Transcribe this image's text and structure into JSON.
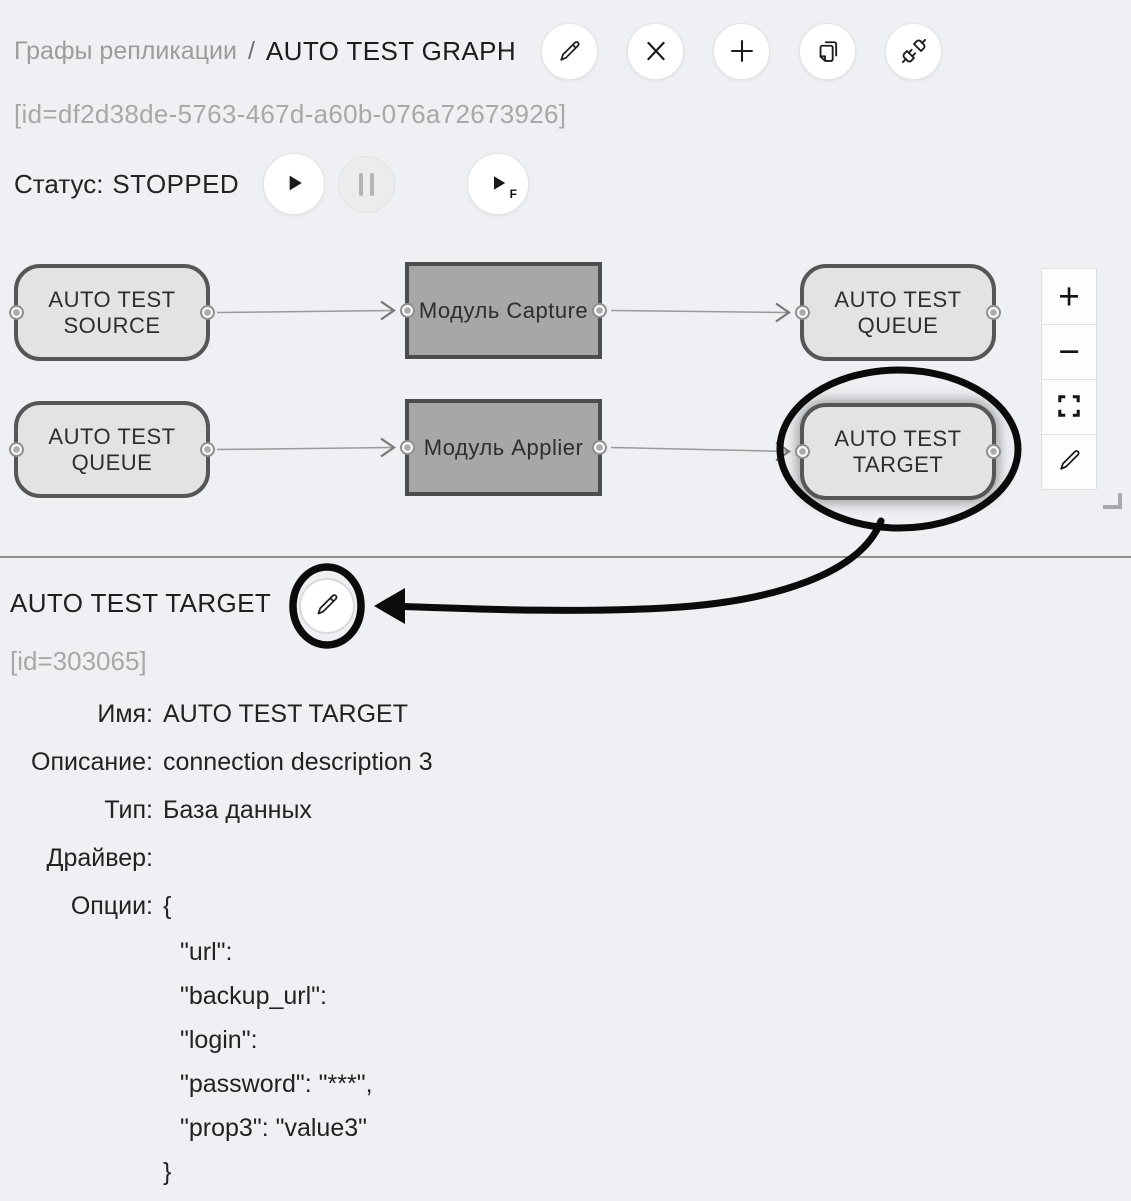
{
  "colors": {
    "background": "#eef0f3",
    "node_fill": "#e3e3e3",
    "node_border": "#565656",
    "module_fill": "#a7a7a7",
    "module_border": "#4d4d4d",
    "edge": "#9a9a9a",
    "annotation": "#0b0b0b",
    "muted_text": "#a8a8a8"
  },
  "breadcrumb": {
    "parent": "Графы репликации",
    "separator": "/",
    "current": "AUTO TEST GRAPH"
  },
  "graph_id": "[id=df2d38de-5763-467d-a60b-076a72673926]",
  "status": {
    "prefix": "Статус:",
    "value": "STOPPED",
    "forced_marker": "F"
  },
  "header_actions": {
    "edit_icon": "pencil-icon",
    "delete_icon": "x-icon",
    "add_icon": "plus-icon",
    "copy_icon": "copy-icon",
    "connect_icon": "unplug-icon"
  },
  "graph": {
    "nodes": [
      {
        "label": "AUTO TEST SOURCE",
        "type": "connection"
      },
      {
        "label": "Модуль Capture",
        "type": "module"
      },
      {
        "label": "AUTO TEST QUEUE",
        "type": "connection"
      },
      {
        "label": "AUTO TEST QUEUE",
        "type": "connection"
      },
      {
        "label": "Модуль Applier",
        "type": "module"
      },
      {
        "label": "AUTO TEST TARGET",
        "type": "connection",
        "selected": true
      }
    ],
    "toolbar": {
      "zoom_in": "+",
      "zoom_out": "−",
      "fit_icon": "fullscreen-icon",
      "edit_icon": "pencil-icon"
    }
  },
  "detail": {
    "title": "AUTO TEST TARGET",
    "id": "[id=303065]",
    "fields": [
      {
        "label": "Имя:",
        "value": "AUTO TEST TARGET"
      },
      {
        "label": "Описание:",
        "value": "connection description 3"
      },
      {
        "label": "Тип:",
        "value": "База данных"
      },
      {
        "label": "Драйвер:",
        "value": ""
      },
      {
        "label": "Опции:",
        "value": "{"
      }
    ],
    "options_lines": [
      "\"url\":",
      "\"backup_url\":",
      "\"login\":",
      "\"password\": \"***\",",
      "\"prop3\": \"value3\"",
      "}"
    ]
  }
}
